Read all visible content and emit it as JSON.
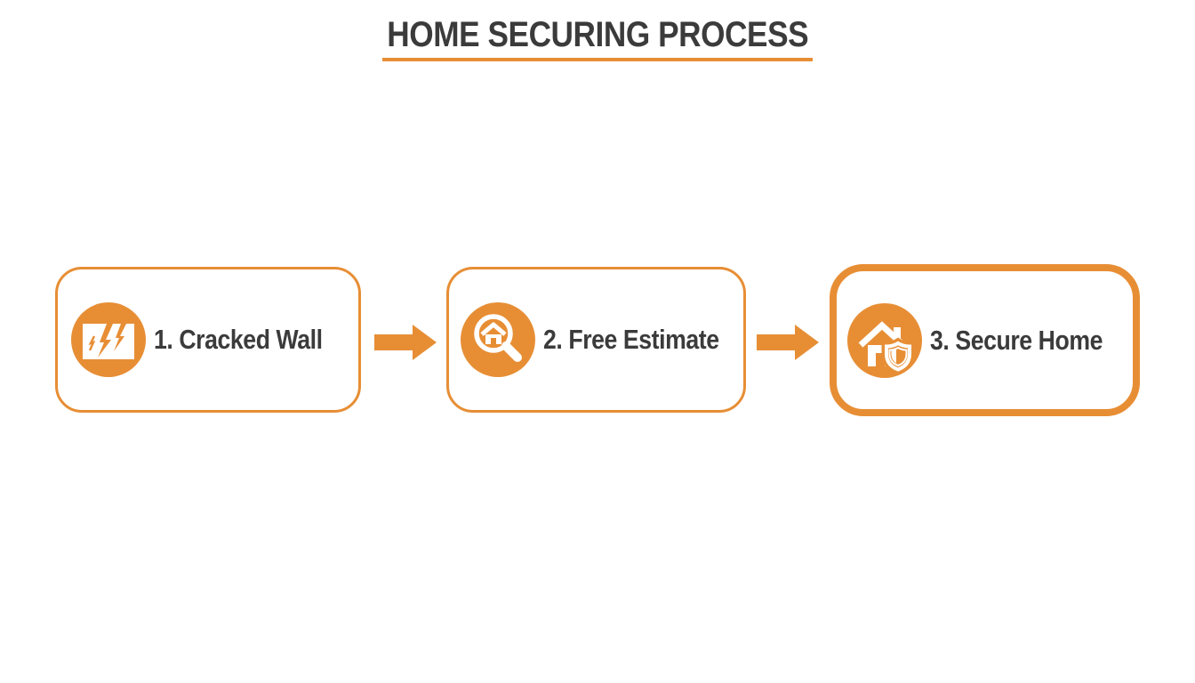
{
  "title": "HOME SECURING PROCESS",
  "colors": {
    "accent": "#E78E35",
    "text": "#3B3B3B",
    "background": "#FFFFFF"
  },
  "steps": [
    {
      "number": "1",
      "label": "1. Cracked Wall",
      "icon": "cracked-wall-icon",
      "emphasized": false
    },
    {
      "number": "2",
      "label": "2. Free Estimate",
      "icon": "magnifier-house-icon",
      "emphasized": false
    },
    {
      "number": "3",
      "label": "3. Secure Home",
      "icon": "house-shield-icon",
      "emphasized": true
    }
  ],
  "connectors": [
    {
      "type": "arrow-right"
    },
    {
      "type": "arrow-right"
    }
  ]
}
